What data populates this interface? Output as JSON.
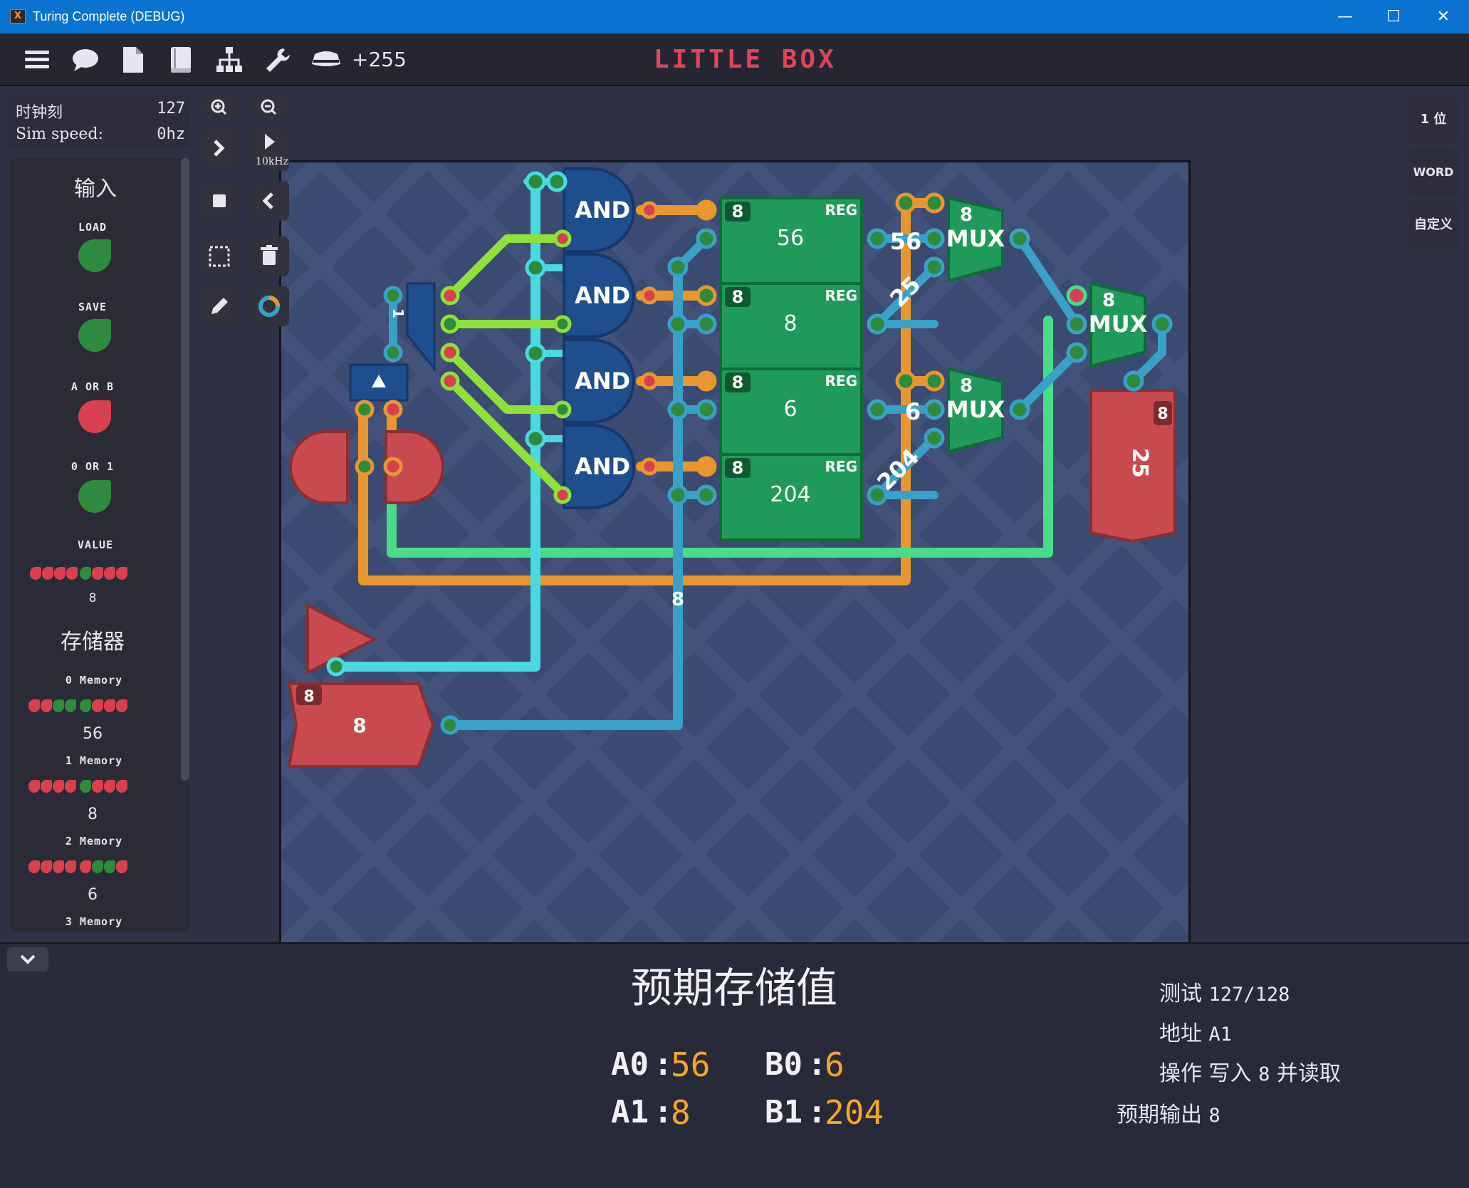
{
  "window": {
    "title": "Turing Complete (DEBUG)",
    "minimize": "—",
    "maximize": "☐",
    "close": "✕"
  },
  "toolbar": {
    "icons": [
      "menu-icon",
      "chat-icon",
      "document-icon",
      "book-icon",
      "hierarchy-icon",
      "wrench-icon",
      "coin-icon"
    ],
    "coins": "+255",
    "level_title": "LITTLE BOX"
  },
  "info": {
    "tick_label": "时钟刻",
    "tick_value": "127",
    "speed_label": "Sim speed:",
    "speed_value": "0hz"
  },
  "tools": {
    "speed_label": "10kHz"
  },
  "inputs": {
    "title": "输入",
    "pins": [
      {
        "label": "LOAD",
        "state": "on"
      },
      {
        "label": "SAVE",
        "state": "on"
      },
      {
        "label": "A OR B",
        "state": "off"
      },
      {
        "label": "0 OR 1",
        "state": "on"
      }
    ],
    "value_label": "VALUE",
    "value_bits": [
      0,
      0,
      0,
      0,
      1,
      0,
      0,
      0
    ],
    "value_number": "8"
  },
  "memory": {
    "title": "存储器",
    "items": [
      {
        "label": "0 Memory",
        "bits": [
          0,
          0,
          1,
          1,
          1,
          0,
          0,
          0
        ],
        "value": "56"
      },
      {
        "label": "1 Memory",
        "bits": [
          0,
          0,
          0,
          0,
          1,
          0,
          0,
          0
        ],
        "value": "8"
      },
      {
        "label": "2 Memory",
        "bits": [
          0,
          0,
          0,
          0,
          0,
          1,
          1,
          0
        ],
        "value": "6"
      },
      {
        "label": "3 Memory"
      }
    ]
  },
  "side_buttons": [
    "1 位",
    "WORD",
    "自定义"
  ],
  "circuit": {
    "and_label": "AND",
    "reg_label": "REG",
    "mux_label": "MUX",
    "width_label": "8",
    "one_label": "1",
    "registers": [
      "56",
      "8",
      "6",
      "204"
    ],
    "mux_top_inputs": [
      "56",
      "25"
    ],
    "mux_bottom_inputs": [
      "6",
      "204"
    ],
    "output_value": "25",
    "input_value": "8",
    "bus_label": "8"
  },
  "expected": {
    "title": "预期存储值",
    "registers": [
      {
        "name": "A0",
        "value": "56"
      },
      {
        "name": "B0",
        "value": "6"
      },
      {
        "name": "A1",
        "value": "8"
      },
      {
        "name": "B1",
        "value": "204"
      }
    ]
  },
  "test": {
    "test_label": "测试",
    "test_value": "127/128",
    "address_label": "地址",
    "address_value": "A1",
    "op_label": "操作",
    "op_write": "写入",
    "op_value": "8",
    "op_read": "并读取",
    "out_label": "预期输出",
    "out_value": "8"
  },
  "colors": {
    "on": "#2e8b3e",
    "off": "#d8404f",
    "reg_green": "#1f9a5a",
    "and_blue": "#1f4e8f",
    "wire_orange": "#e8962f",
    "wire_blue": "#3ba0c8",
    "wire_cyan": "#4ad9e0",
    "wire_lime": "#8fe03a",
    "wire_green": "#48dc8a",
    "accent": "#f5a623"
  }
}
